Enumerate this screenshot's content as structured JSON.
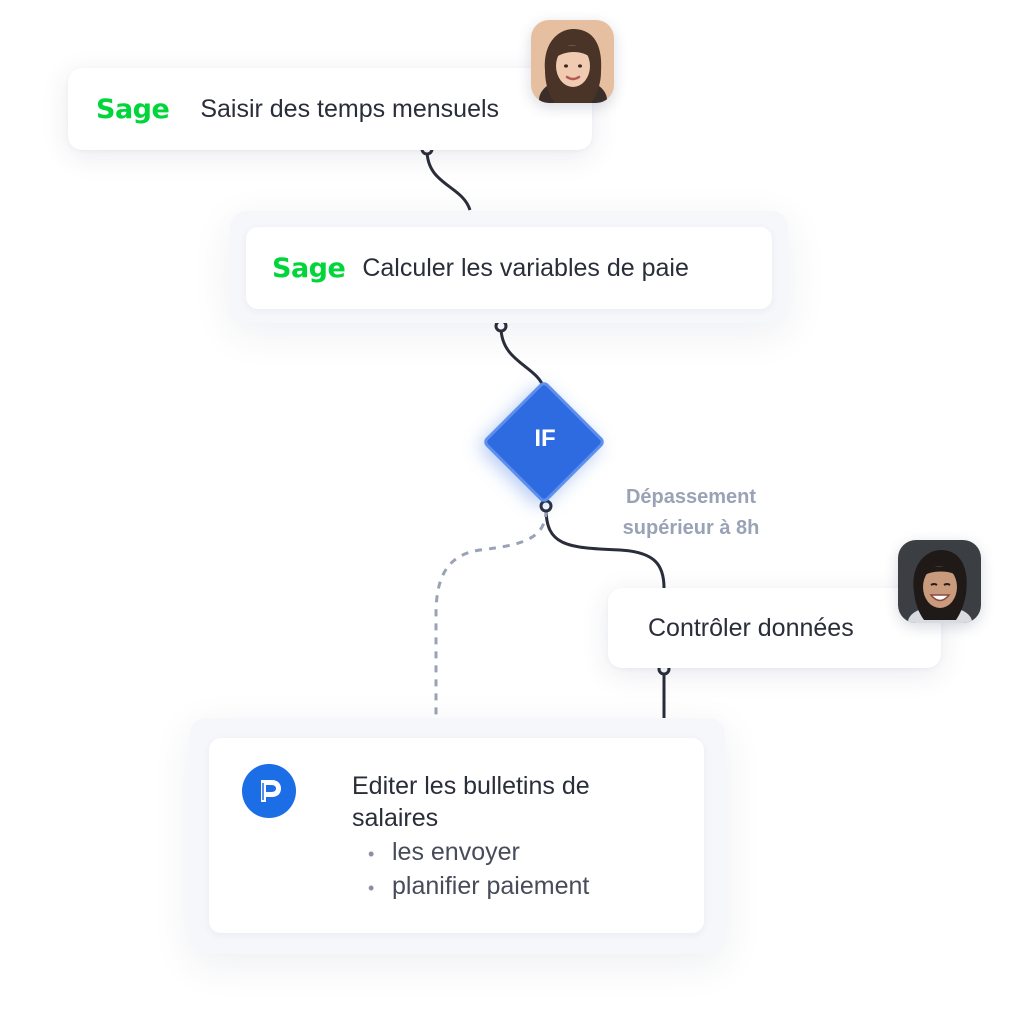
{
  "steps": {
    "step1": {
      "logo": "Sage",
      "label": "Saisir des temps mensuels"
    },
    "step2": {
      "logo": "Sage",
      "label": "Calculer les variables de paie"
    },
    "decision": {
      "label": "IF",
      "condition_line1": "Dépassement",
      "condition_line2": "supérieur à 8h"
    },
    "step3": {
      "label": "Contrôler données"
    },
    "step4": {
      "title": "Editer les bulletins de salaires",
      "items": [
        "les envoyer",
        "planifier paiement"
      ]
    }
  },
  "colors": {
    "sage_green": "#00d639",
    "decision_blue": "#2f6be0",
    "payfit_blue": "#1b6ee6",
    "condition_gray": "#9aa2b6",
    "connector": "#2a2d3a"
  },
  "icons": {
    "step4": "payfit-logo-icon"
  }
}
